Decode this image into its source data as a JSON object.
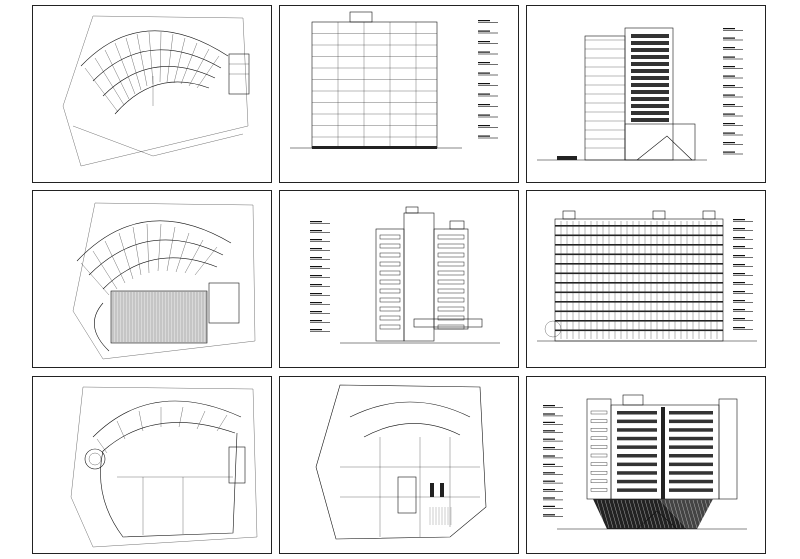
{
  "sheets": [
    {
      "id": "plan-typical-floor",
      "kind": "plan"
    },
    {
      "id": "section-a",
      "kind": "section"
    },
    {
      "id": "section-b",
      "kind": "section"
    },
    {
      "id": "plan-second-floor",
      "kind": "plan"
    },
    {
      "id": "elevation-side",
      "kind": "elevation"
    },
    {
      "id": "elevation-rear",
      "kind": "elevation"
    },
    {
      "id": "plan-ground-floor",
      "kind": "plan"
    },
    {
      "id": "plan-basement",
      "kind": "plan"
    },
    {
      "id": "elevation-front",
      "kind": "elevation"
    }
  ],
  "colors": {
    "line": "#111111",
    "paper": "#ffffff",
    "frame": "#222222"
  }
}
